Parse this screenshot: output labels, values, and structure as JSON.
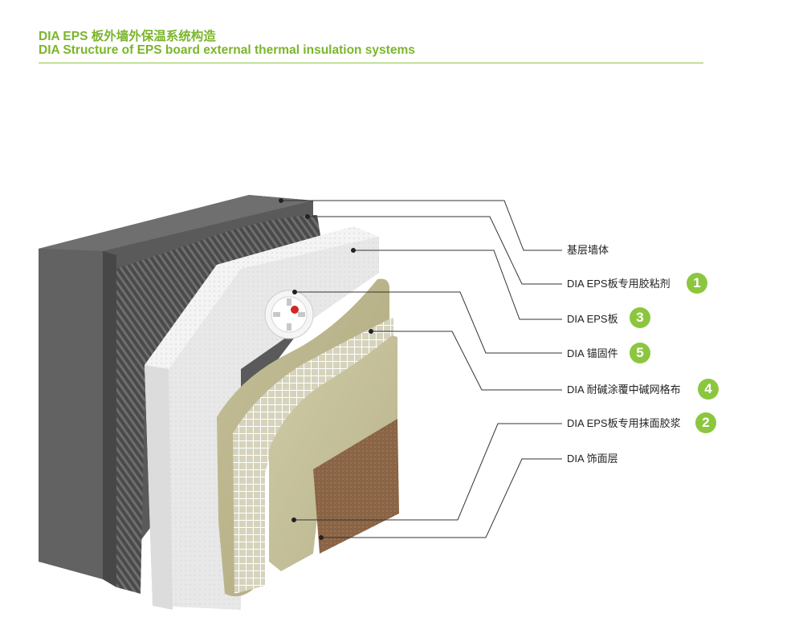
{
  "header": {
    "title_cn": "DIA EPS 板外墙外保温系统构造",
    "title_en": "DIA Structure of EPS board external thermal insulation systems"
  },
  "layers": [
    {
      "label": "基层墙体",
      "badge": null
    },
    {
      "label": "DIA EPS板专用胶粘剂",
      "badge": "1"
    },
    {
      "label": "DIA EPS板",
      "badge": "3"
    },
    {
      "label": "DIA 锚固件",
      "badge": "5"
    },
    {
      "label": "DIA 耐碱涂覆中碱网格布",
      "badge": "4"
    },
    {
      "label": "DIA EPS板专用抹面胶浆",
      "badge": "2"
    },
    {
      "label": "DIA 饰面层",
      "badge": null
    }
  ],
  "colors": {
    "accent": "#8cc63f",
    "title": "#7cb52c",
    "wall": "#5a5a5a",
    "eps": "#eeeeee",
    "mortar": "#b9b48c",
    "finish": "#8a6444"
  }
}
